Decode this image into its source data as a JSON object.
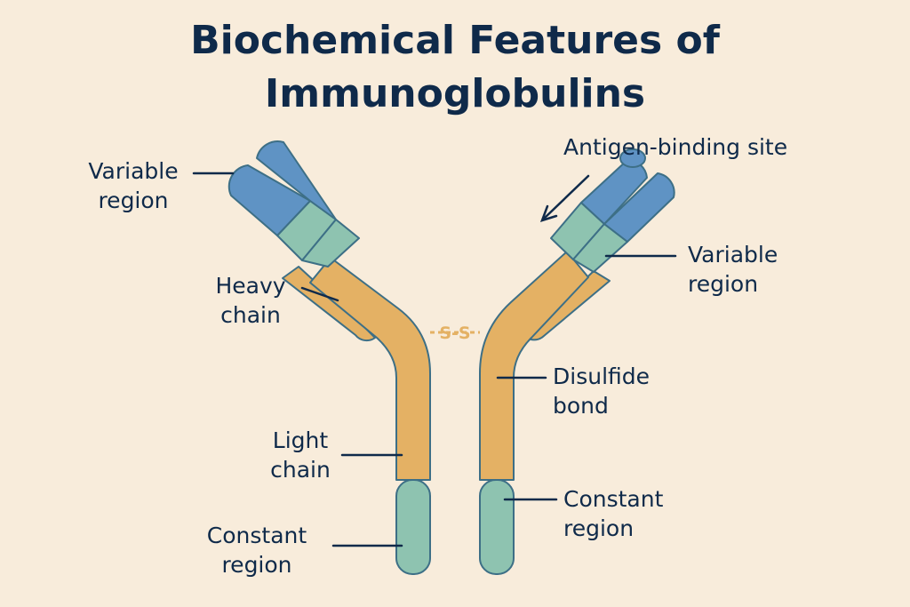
{
  "title": {
    "line1": "Biochemical Features of",
    "line2": "Immunoglobulins"
  },
  "labels": {
    "variable_left": {
      "line1": "Variable",
      "line2": "region"
    },
    "antigen_binding": "Antigen-binding site",
    "heavy_chain": {
      "line1": "Heavy",
      "line2": "chain"
    },
    "variable_right": {
      "line1": "Variable",
      "line2": "region"
    },
    "disulfide_symbol": "S-S",
    "disulfide_bond": {
      "line1": "Disulfide",
      "line2": "bond"
    },
    "light_chain": {
      "line1": "Light",
      "line2": "chain"
    },
    "constant_left": {
      "line1": "Constant",
      "line2": "region"
    },
    "constant_right": {
      "line1": "Constant",
      "line2": "region"
    }
  },
  "colors": {
    "background": "#f8ecdb",
    "variable_blue": "#5f93c4",
    "constant_green": "#8ec3b0",
    "chain_orange": "#e4b164",
    "outline": "#3d6f86",
    "text": "#0f2a4a"
  }
}
